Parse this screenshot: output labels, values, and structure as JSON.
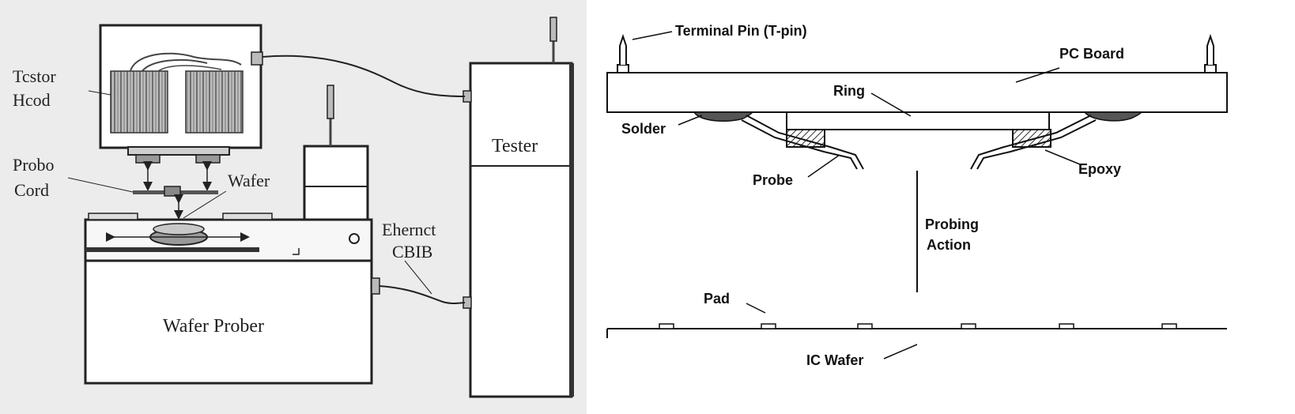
{
  "left_panel": {
    "labels": {
      "tester_head_line1": "Tcstor",
      "tester_head_line2": "Hcod",
      "probe_card_line1": "Probo",
      "probe_card_line2": "Cord",
      "wafer": "Wafer",
      "tester": "Tester",
      "ethernet_line1": "Ehernct",
      "ethernet_line2": "CBIB",
      "wafer_prober": "Wafer Prober"
    }
  },
  "right_panel": {
    "labels": {
      "terminal_pin": "Terminal Pin (T-pin)",
      "pc_board": "PC Board",
      "ring": "Ring",
      "solder": "Solder",
      "probe": "Probe",
      "epoxy": "Epoxy",
      "probing_action_line1": "Probing",
      "probing_action_line2": "Action",
      "pad": "Pad",
      "ic_wafer": "IC Wafer"
    }
  },
  "colors": {
    "left_background": "#ececec",
    "line": "#1a1a1a",
    "hatch": "#333333"
  }
}
